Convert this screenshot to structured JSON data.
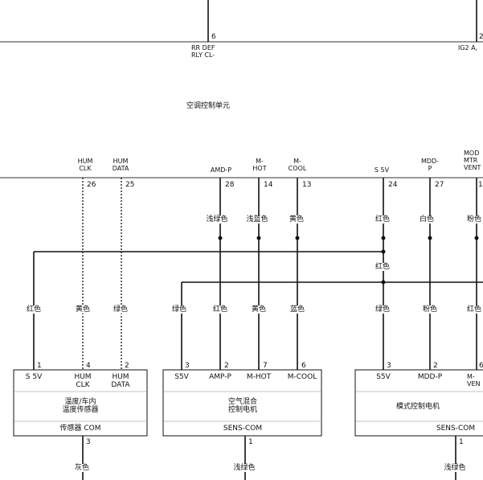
{
  "header_pins": {
    "rr_def_pin": "6",
    "rr_def_name": "RR DEF\nRLY CL-",
    "ig2_pin": "2",
    "ig2_name": "IG2 A,"
  },
  "control_unit_label": "空调控制单元",
  "connector_pins": [
    {
      "name": "HUM\nCLK",
      "pin": "26",
      "wire_color": "黄色",
      "dotted": true
    },
    {
      "name": "HUM\nDATA",
      "pin": "25",
      "wire_color": "绿色",
      "dotted": true
    },
    {
      "name": "AMD-P",
      "pin": "28",
      "wire_color": "浅绿色"
    },
    {
      "name": "M-\nHOT",
      "pin": "14",
      "wire_color": "浅蓝色"
    },
    {
      "name": "M-\nCOOL",
      "pin": "13",
      "wire_color": "黄色"
    },
    {
      "name": "S 5V",
      "pin": "24",
      "wire_color": "红色"
    },
    {
      "name": "MDD-\nP",
      "pin": "27",
      "wire_color": "白色"
    },
    {
      "name": "MOD\nMTR\nVENT",
      "pin": "1",
      "wire_color": "粉色"
    }
  ],
  "junction_label": "红色",
  "lower_wire_colors": [
    {
      "label": "红色"
    },
    {
      "label": "黄色"
    },
    {
      "label": "绿色"
    },
    {
      "label": "绿色"
    },
    {
      "label": "红色"
    },
    {
      "label": "黄色"
    },
    {
      "label": "蓝色"
    },
    {
      "label": "绿色"
    },
    {
      "label": "粉色"
    },
    {
      "label": "红色"
    }
  ],
  "modules": [
    {
      "pins": [
        {
          "num": "1",
          "name": "S 5V"
        },
        {
          "num": "4",
          "name": "HUM\nCLK"
        },
        {
          "num": "2",
          "name": "HUM\nDATA"
        }
      ],
      "title": "温度/车内\n温度传感器",
      "footer": "传感器 COM",
      "bottom_pin": "3",
      "bottom_wire": "灰色"
    },
    {
      "pins": [
        {
          "num": "3",
          "name": "S5V"
        },
        {
          "num": "2",
          "name": "AMP-P"
        },
        {
          "num": "7",
          "name": "M-HOT"
        },
        {
          "num": "6",
          "name": "M-COOL"
        }
      ],
      "title": "空气混合\n控制电机",
      "footer": "SENS-COM",
      "bottom_pin": "1",
      "bottom_wire": "浅绿色"
    },
    {
      "pins": [
        {
          "num": "3",
          "name": "S5V"
        },
        {
          "num": "2",
          "name": "MDD-P"
        },
        {
          "num": "6",
          "name": "M-\nVEN"
        }
      ],
      "title": "模式控制电机",
      "footer": "SENS-COM",
      "bottom_pin": "1",
      "bottom_wire": "浅绿色"
    }
  ]
}
